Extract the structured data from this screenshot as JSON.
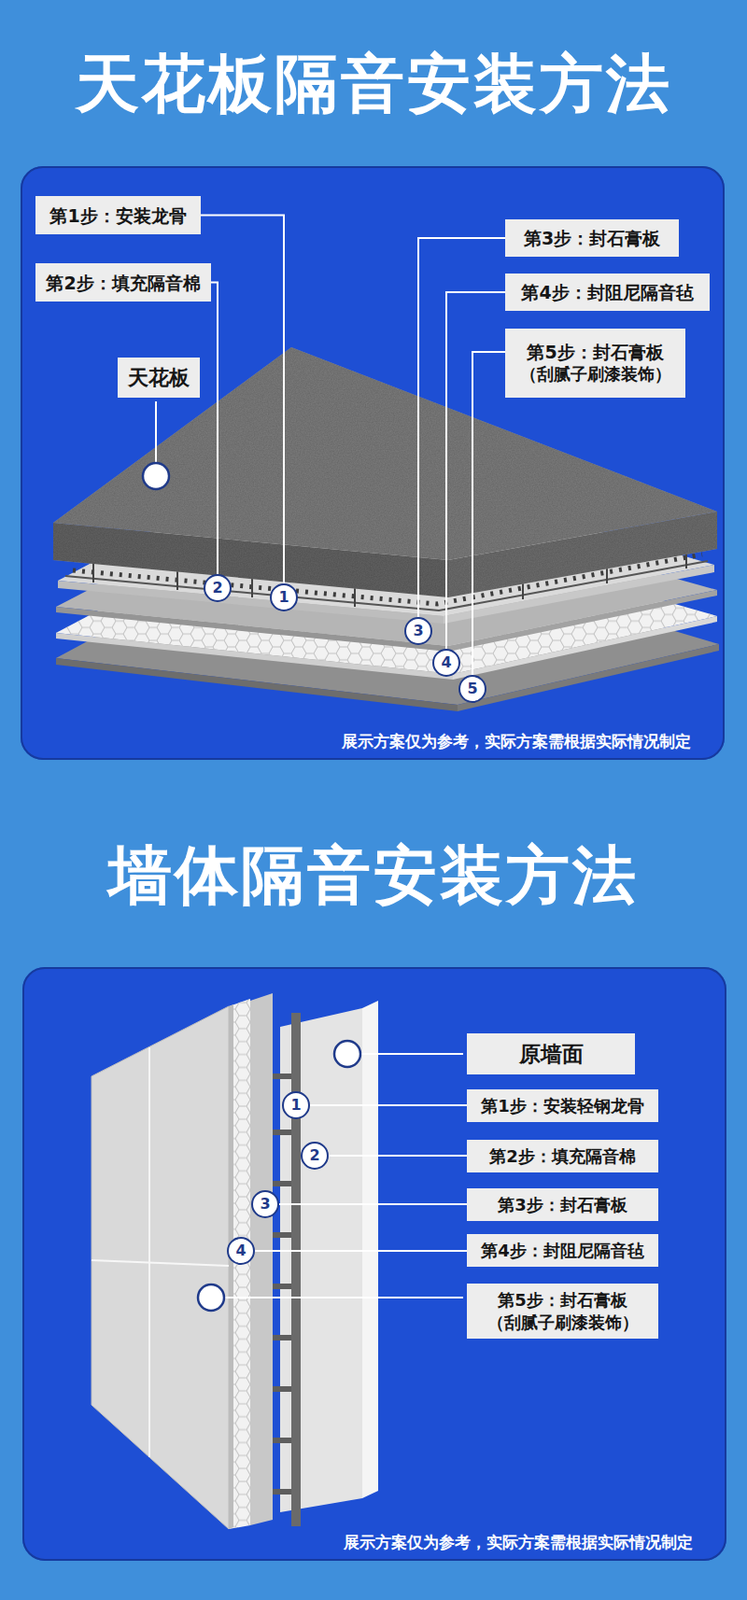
{
  "diagram": {
    "title": "天花板隔音安装方法",
    "nodes": [
      {
        "text": [
          "展示方案仅为参考，实际方案需根据实际情况制定"
        ]
      },
      {
        "text": [
          "第1步：安装龙骨"
        ],
        "in": 0
      },
      {
        "text": [
          "第2步：填充隔音棉"
        ],
        "in": 0
      },
      {
        "text": [
          "天花板"
        ],
        "in": 0
      },
      {
        "text": [
          "第3步：封石膏板"
        ],
        "in": 0
      },
      {
        "text": [
          "第4步：封阻尼隔音毡"
        ],
        "in": 0
      },
      {
        "text": [
          "第5步：封石膏板",
          "（刮腻子刷漆装饰）"
        ],
        "in": 0
      },
      {
        "text": [
          "1"
        ],
        "in": 0
      },
      {
        "text": [
          "2"
        ],
        "in": 0
      },
      {
        "text": [
          "3"
        ],
        "in": 0
      },
      {
        "text": [
          "4"
        ],
        "in": 0
      },
      {
        "text": [
          "5"
        ],
        "in": 0
      },
      {
        "text": [
          "展示方案仅为参考，实际方案需根据实际情况制定"
        ]
      },
      {
        "text": [
          "原墙面"
        ],
        "in": 12
      },
      {
        "text": [
          "第1步：安装轻钢龙骨"
        ],
        "in": 12
      },
      {
        "text": [
          "第2步：填充隔音棉"
        ],
        "in": 12
      },
      {
        "text": [
          "第3步：封石膏板"
        ],
        "in": 12
      },
      {
        "text": [
          "第4步：封阻尼隔音毡"
        ],
        "in": 12
      },
      {
        "text": [
          "第5步：封石膏板",
          "（刮腻子刷漆装饰）"
        ],
        "in": 12
      },
      {
        "text": [
          "1"
        ],
        "in": 12
      },
      {
        "text": [
          "2"
        ],
        "in": 12
      },
      {
        "text": [
          "3"
        ],
        "in": 12
      },
      {
        "text": [
          "4"
        ],
        "in": 12
      }
    ],
    "edges": [
      {
        "from": 1,
        "to": 7,
        "arrow": "none"
      },
      {
        "from": 2,
        "to": 8,
        "arrow": "none"
      },
      {
        "from": 4,
        "to": 9,
        "arrow": "none"
      },
      {
        "from": 5,
        "to": 10,
        "arrow": "none"
      },
      {
        "from": 6,
        "to": 11,
        "arrow": "none"
      },
      {
        "from": 14,
        "to": 19,
        "arrow": "none"
      },
      {
        "from": 15,
        "to": 20,
        "arrow": "none"
      },
      {
        "from": 16,
        "to": 21,
        "arrow": "none"
      },
      {
        "from": 17,
        "to": 22,
        "arrow": "none"
      }
    ],
    "labels": [
      "墙体隔音安装方法"
    ]
  }
}
